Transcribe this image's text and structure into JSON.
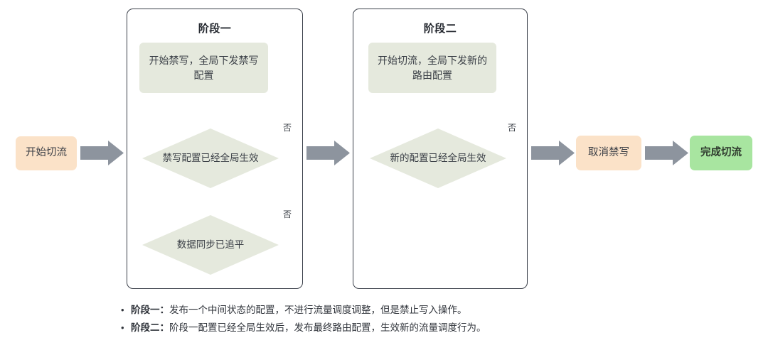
{
  "diagram": {
    "title_visible": false,
    "colors": {
      "terminator_orange": "#fbe2c8",
      "terminator_green": "#a8e5a0",
      "process_green_gray": "#e5e9dd",
      "arrow_gray": "#8d949e",
      "connector_line": "#343a44",
      "container_border": "#3b404a",
      "text": "#3a3f46",
      "background": "#ffffff"
    },
    "start_node": {
      "label": "开始切流"
    },
    "phases": [
      {
        "title": "阶段一",
        "process": {
          "label": "开始禁写，全局下发禁写配置"
        },
        "decisions": [
          {
            "label": "禁写配置已经全局生效",
            "loop_label": "否"
          },
          {
            "label": "数据同步已追平",
            "loop_label": "否"
          }
        ]
      },
      {
        "title": "阶段二",
        "process": {
          "label": "开始切流，全局下发新的路由配置"
        },
        "decisions": [
          {
            "label": "新的配置已经全局生效",
            "loop_label": "否"
          }
        ]
      }
    ],
    "cancel_node": {
      "label": "取消禁写"
    },
    "end_node": {
      "label": "完成切流"
    }
  },
  "notes": {
    "bullet_marker": "•",
    "items": [
      {
        "term": "阶段一：",
        "text": "发布一个中间状态的配置，不进行流量调度调整，但是禁止写入操作。"
      },
      {
        "term": "阶段二：",
        "text": "阶段一配置已经全局生效后，发布最终路由配置，生效新的流量调度行为。"
      }
    ]
  }
}
